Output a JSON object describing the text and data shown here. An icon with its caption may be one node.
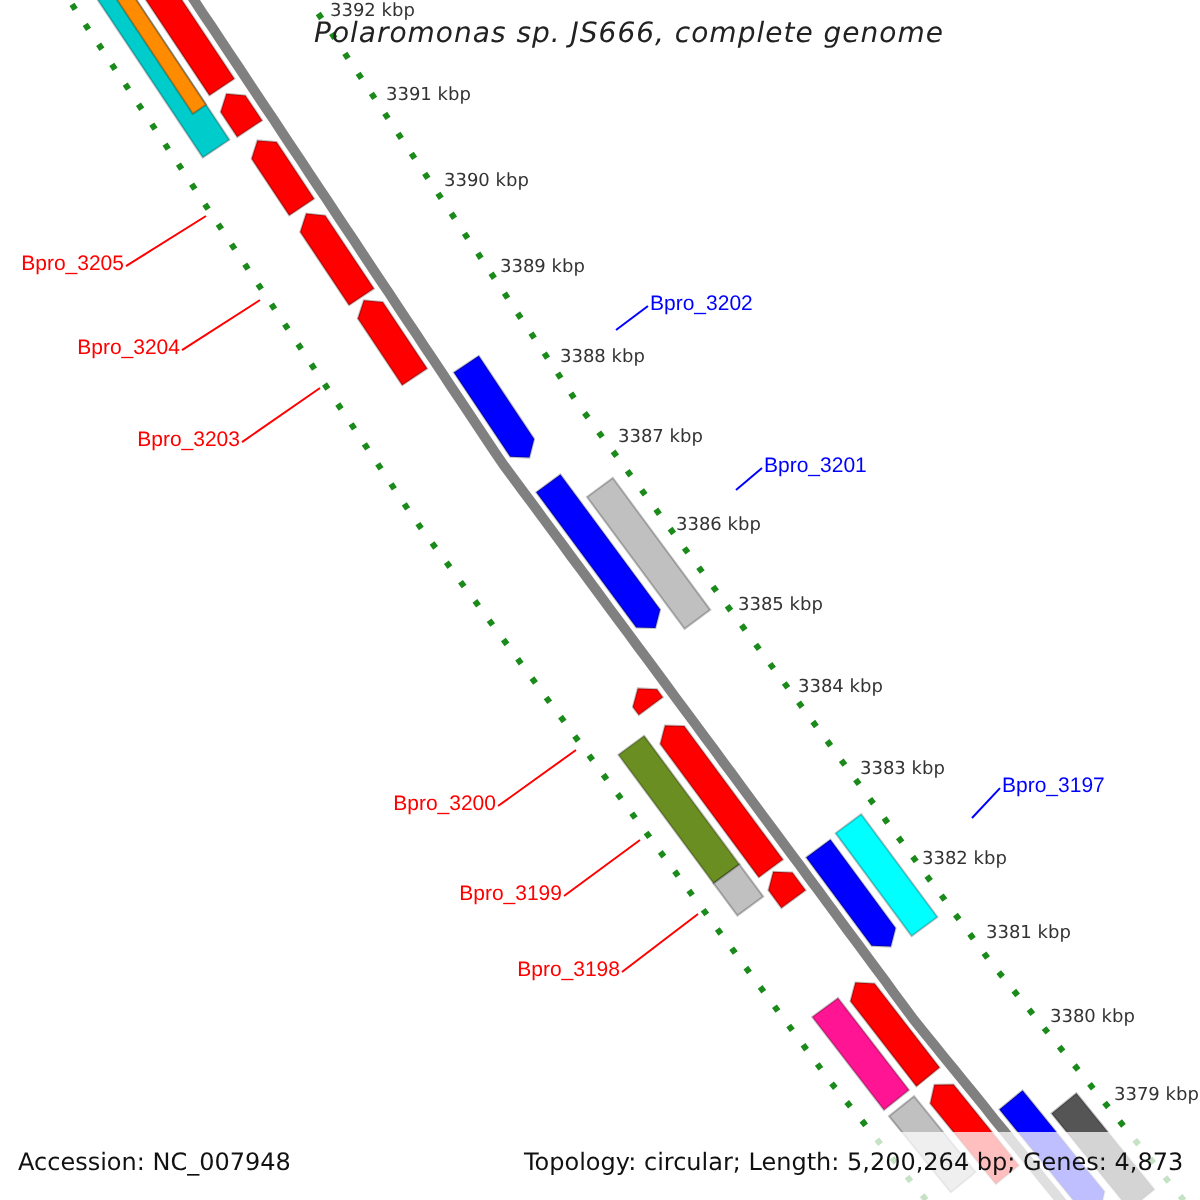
{
  "diagram": {
    "title": "Polaromonas sp. JS666, complete genome",
    "nodes": [
      {
        "text": [
          "Bpro_3205"
        ]
      },
      {
        "text": [
          "Bpro_3202"
        ]
      },
      {
        "text": [
          "Bpro_3204"
        ]
      },
      {
        "text": [
          "Bpro_3203"
        ]
      },
      {
        "text": [
          "Bpro_3201"
        ]
      },
      {
        "text": [
          "Bpro_3197"
        ]
      },
      {
        "text": [
          "Bpro_3200"
        ]
      },
      {
        "text": [
          "Bpro_3199"
        ]
      },
      {
        "text": [
          "Bpro_3198"
        ]
      }
    ],
    "edges": [
      {
        "from": 0,
        "to": null,
        "arrow": "none"
      },
      {
        "from": 1,
        "to": null,
        "arrow": "none",
        "color": "#0000ff"
      },
      {
        "from": 2,
        "to": null,
        "arrow": "none"
      },
      {
        "from": 3,
        "to": null,
        "arrow": "none"
      },
      {
        "from": 4,
        "to": null,
        "arrow": "none",
        "color": "#0000ff"
      },
      {
        "from": 5,
        "to": null,
        "arrow": "none",
        "color": "#0000ff"
      },
      {
        "from": 6,
        "to": null,
        "arrow": "none"
      },
      {
        "from": 7,
        "to": null,
        "arrow": "none"
      },
      {
        "from": 8,
        "to": null,
        "arrow": "none"
      }
    ],
    "labels": [
      "3392 kbp",
      "3391 kbp",
      "3390 kbp",
      "3389 kbp",
      "3388 kbp",
      "3387 kbp",
      "3386 kbp",
      "3385 kbp",
      "3384 kbp",
      "3383 kbp",
      "3382 kbp",
      "3381 kbp",
      "3380 kbp",
      "3379 kbp",
      "Accession: NC_007948",
      "Topology: circular; Length: 5,200,264 bp; Genes: 4,873"
    ]
  }
}
